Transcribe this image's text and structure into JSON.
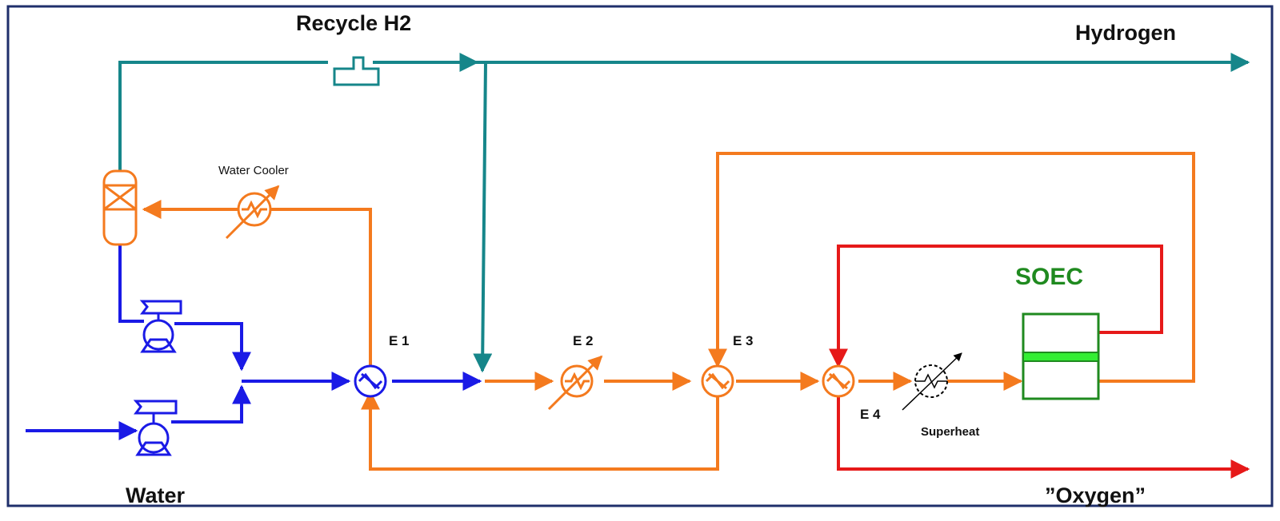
{
  "labels": {
    "recycle_h2": "Recycle H2",
    "hydrogen": "Hydrogen",
    "water": "Water",
    "oxygen": "”Oxygen”",
    "water_cooler": "Water Cooler",
    "e1": "E 1",
    "e2": "E 2",
    "e3": "E 3",
    "e4": "E 4",
    "superheat": "Superheat",
    "soec": "SOEC"
  },
  "colors": {
    "border": "#1f2f6b",
    "hydrogen_line": "#16868a",
    "water_line": "#1a1ae6",
    "process_line": "#f47a1e",
    "hot_line": "#e61919",
    "soec_frame": "#1f8a1f",
    "soec_band": "#33ee33",
    "soec_text": "#1f8a1f",
    "text": "#111111"
  },
  "icons": {
    "e1": "heat-exchanger-icon",
    "e3": "heat-exchanger-icon",
    "e4": "heat-exchanger-icon",
    "e2": "cooler-icon",
    "water_cooler": "cooler-icon",
    "superheat": "heater-icon",
    "separator": "separator-vessel-icon",
    "pumps": "pump-icon",
    "compressor": "compressor-icon",
    "soec": "electrolyzer-stack-icon"
  }
}
